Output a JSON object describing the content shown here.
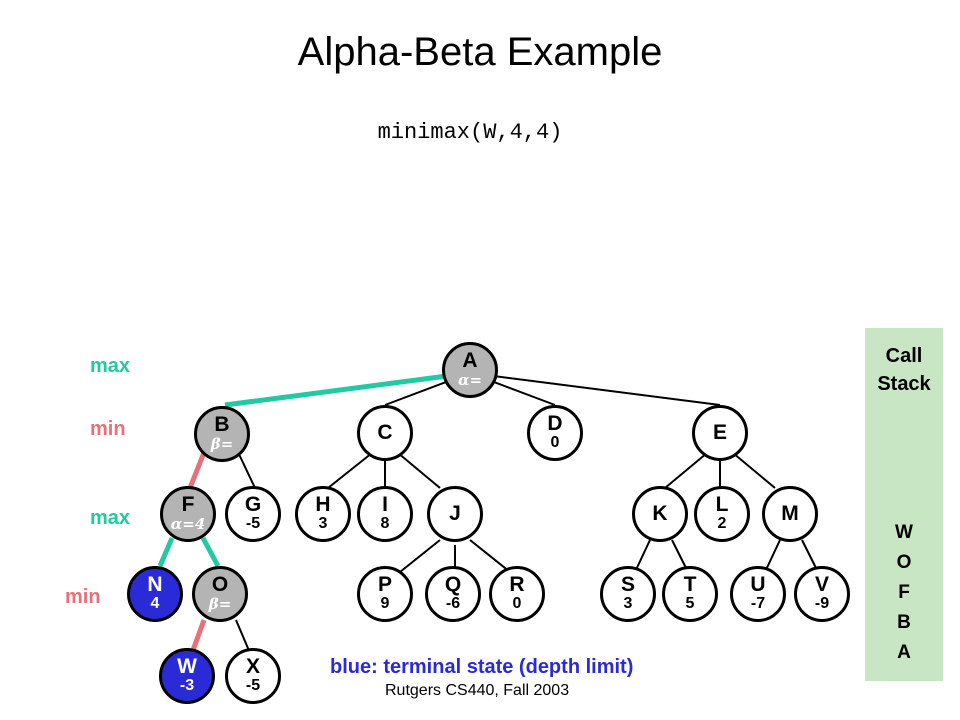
{
  "title": "Alpha-Beta Example",
  "subtitle": "minimax(W,4,4)",
  "levels": {
    "max1": "max",
    "min1": "min",
    "max2": "max",
    "min2": "min"
  },
  "nodes": {
    "A": {
      "label": "A",
      "ann": "α="
    },
    "B": {
      "label": "B",
      "ann": "β="
    },
    "C": {
      "label": "C"
    },
    "D": {
      "label": "D",
      "value": "0"
    },
    "E": {
      "label": "E"
    },
    "F": {
      "label": "F",
      "ann": "α=4"
    },
    "G": {
      "label": "G",
      "value": "-5"
    },
    "H": {
      "label": "H",
      "value": "3"
    },
    "I": {
      "label": "I",
      "value": "8"
    },
    "J": {
      "label": "J"
    },
    "K": {
      "label": "K"
    },
    "L": {
      "label": "L",
      "value": "2"
    },
    "M": {
      "label": "M"
    },
    "N": {
      "label": "N",
      "value": "4"
    },
    "O": {
      "label": "O",
      "ann": "β="
    },
    "P": {
      "label": "P",
      "value": "9"
    },
    "Q": {
      "label": "Q",
      "value": "-6"
    },
    "R": {
      "label": "R",
      "value": "0"
    },
    "S": {
      "label": "S",
      "value": "3"
    },
    "T": {
      "label": "T",
      "value": "5"
    },
    "U": {
      "label": "U",
      "value": "-7"
    },
    "V": {
      "label": "V",
      "value": "-9"
    },
    "W": {
      "label": "W",
      "value": "-3"
    },
    "X": {
      "label": "X",
      "value": "-5"
    }
  },
  "call_stack": {
    "title_line1": "Call",
    "title_line2": "Stack",
    "items": [
      "W",
      "O",
      "F",
      "B",
      "A"
    ]
  },
  "note": "blue: terminal state (depth limit)",
  "footer": "Rutgers CS440, Fall 2003",
  "colors": {
    "terminal": "#2a2ad6",
    "visited": "#b4b4b4",
    "edge_max": "#22c9a2",
    "edge_min": "#e8707a",
    "stack_bg": "#c8e6c3"
  }
}
